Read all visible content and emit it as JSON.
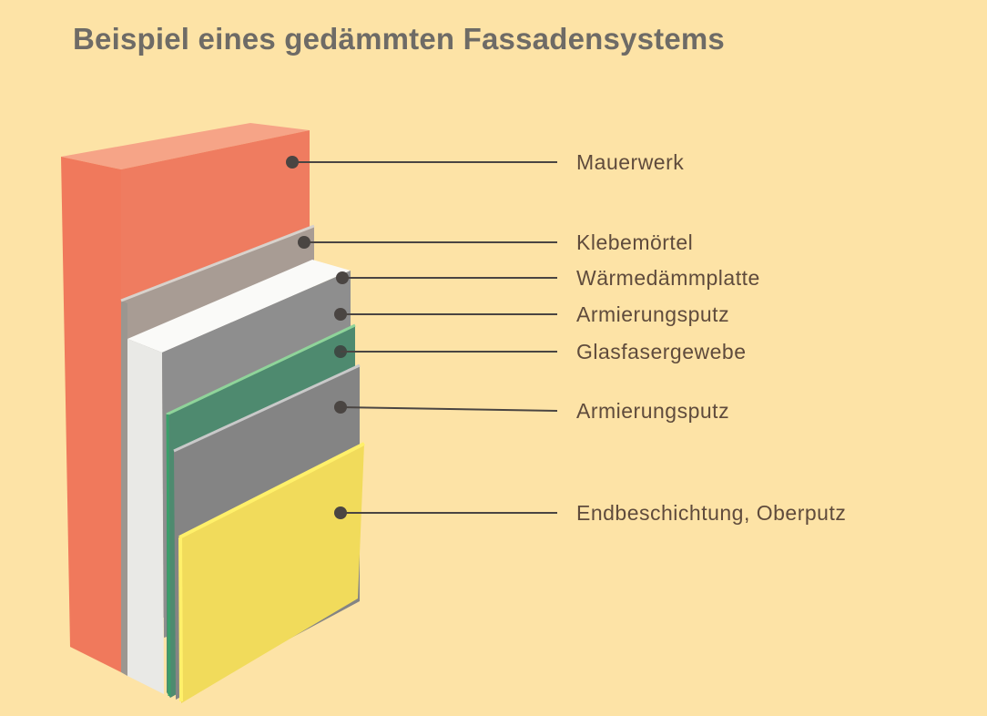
{
  "title": "Beispiel eines gedämmten Fassadensystems",
  "layers": [
    {
      "label": "Mauerwerk",
      "color": "#f07b5e"
    },
    {
      "label": "Klebemörtel",
      "color": "#a99d95"
    },
    {
      "label": "Wärmedämmplatte",
      "color": "#f2f2f0"
    },
    {
      "label": "Armierungsputz",
      "color": "#8f8f8f"
    },
    {
      "label": "Glasfasergewebe",
      "color": "#4f8b70"
    },
    {
      "label": "Armierungsputz",
      "color": "#848484"
    },
    {
      "label": "Endbeschichtung, Oberputz",
      "color": "#f3dc5a"
    }
  ]
}
